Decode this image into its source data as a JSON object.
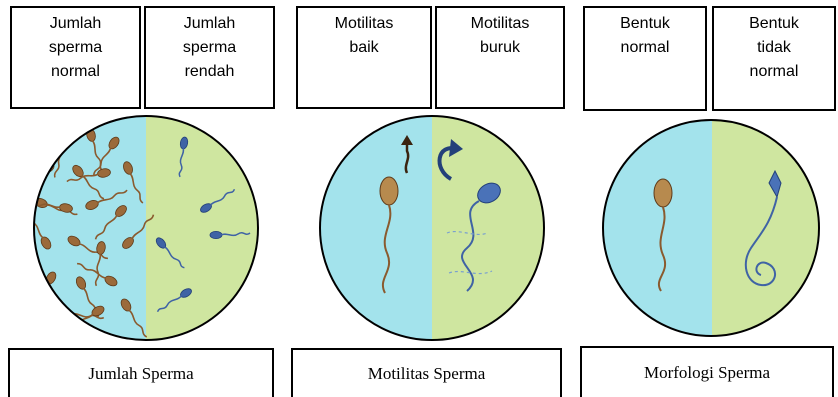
{
  "panels": [
    {
      "left_label": "Jumlah\nsperma\nnormal",
      "right_label": "Jumlah\nsperma\nrendah",
      "caption": "Jumlah Sperma"
    },
    {
      "left_label": "Motilitas\nbaik",
      "right_label": "Motilitas\nburuk",
      "caption": "Motilitas Sperma"
    },
    {
      "left_label": "Bentuk\nnormal",
      "right_label": "Bentuk\ntidak\nnormal",
      "caption": "Morfologi Sperma"
    }
  ],
  "colors": {
    "left_half": "#a3e3ec",
    "right_half": "#cfe6a0",
    "normal_sperm": "#9b6a3a",
    "abnormal_sperm": "#3f63a5",
    "outline": "#000000"
  }
}
